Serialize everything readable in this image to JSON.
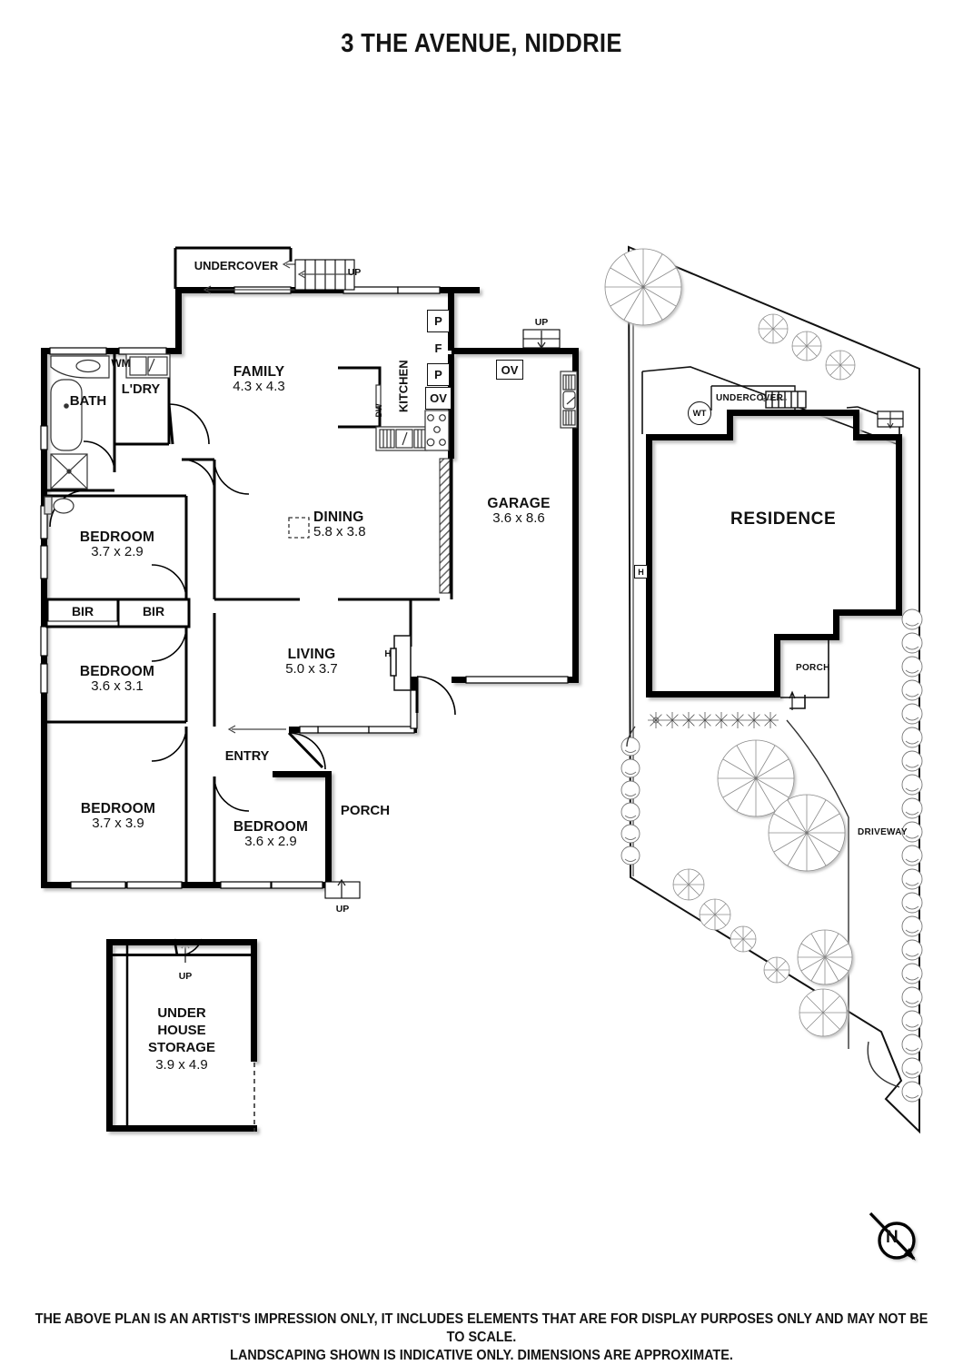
{
  "title": "3 THE AVENUE, NIDDRIE",
  "footer": {
    "line1": "THE ABOVE PLAN IS AN ARTIST'S IMPRESSION ONLY, IT INCLUDES ELEMENTS THAT ARE FOR DISPLAY PURPOSES ONLY AND MAY NOT BE TO SCALE.",
    "line2": "LANDSCAPING SHOWN IS INDICATIVE ONLY. DIMENSIONS ARE APPROXIMATE."
  },
  "floorplan": {
    "rooms": [
      {
        "name": "UNDERCOVER",
        "dim": ""
      },
      {
        "name": "FAMILY",
        "dim": "4.3 x 4.3"
      },
      {
        "name": "KITCHEN",
        "dim": ""
      },
      {
        "name": "BATH",
        "dim": ""
      },
      {
        "name": "L'DRY",
        "dim": ""
      },
      {
        "name": "DINING",
        "dim": "5.8 x 3.8"
      },
      {
        "name": "GARAGE",
        "dim": "3.6 x 8.6"
      },
      {
        "name": "BEDROOM",
        "dim": "3.7 x 2.9"
      },
      {
        "name": "BEDROOM",
        "dim": "3.6 x 3.1"
      },
      {
        "name": "LIVING",
        "dim": "5.0 x 3.7"
      },
      {
        "name": "BEDROOM",
        "dim": "3.7 x 3.9"
      },
      {
        "name": "BEDROOM",
        "dim": "3.6 x 2.9"
      },
      {
        "name": "ENTRY",
        "dim": ""
      },
      {
        "name": "PORCH",
        "dim": ""
      },
      {
        "name": "UNDER HOUSE STORAGE",
        "dim": "3.9 x 4.9"
      }
    ],
    "storage_label_lines": [
      "UNDER",
      "HOUSE",
      "STORAGE"
    ],
    "storage_dim": "3.9 x 4.9",
    "appliances": [
      {
        "code": "WM",
        "meaning": "washing-machine"
      },
      {
        "code": "DW",
        "meaning": "dishwasher"
      },
      {
        "code": "P",
        "meaning": "pantry"
      },
      {
        "code": "F",
        "meaning": "fridge"
      },
      {
        "code": "OV",
        "meaning": "oven"
      },
      {
        "code": "H",
        "meaning": "heater"
      }
    ],
    "kitchen_boxes": [
      "P",
      "F",
      "P",
      "OV"
    ],
    "garage_oven": "OV",
    "robes": [
      "BIR",
      "BIR"
    ],
    "stair_markers": [
      "UP",
      "UP",
      "UP",
      "UP"
    ],
    "living_heater": "H"
  },
  "siteplan": {
    "residence_label": "RESIDENCE",
    "undercover_label": "UNDERCOVER",
    "porch_label": "PORCH",
    "driveway_label": "DRIVEWAY",
    "water_tank_label": "WT",
    "heater_label": "H"
  },
  "compass": {
    "north": "N"
  },
  "colors": {
    "ink": "#111111",
    "wall": "#000000",
    "light_line": "#555555",
    "tree_line": "#9a9a9a",
    "shadow": "#cccccc"
  }
}
